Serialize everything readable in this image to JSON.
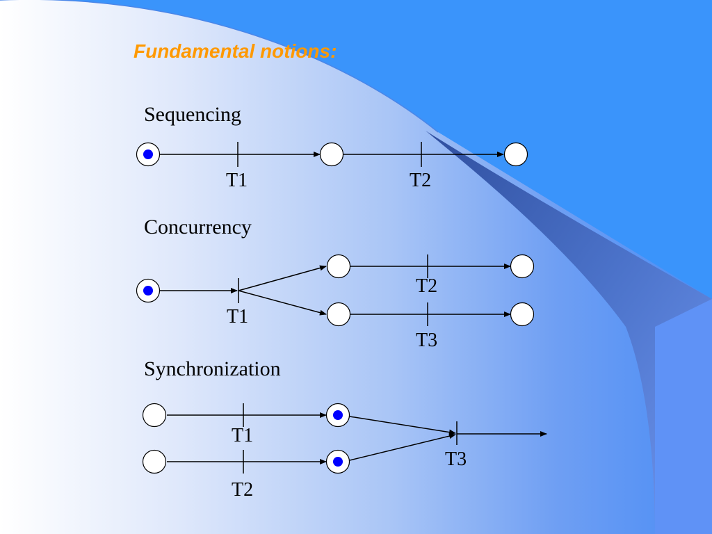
{
  "title": "Fundamental notions:",
  "colors": {
    "title": "#ff9900",
    "token": "#0000ff",
    "background_right": "#3a8ef8"
  },
  "sections": {
    "sequencing": {
      "heading": "Sequencing",
      "t1": "T1",
      "t2": "T2"
    },
    "concurrency": {
      "heading": "Concurrency",
      "t1": "T1",
      "t2": "T2",
      "t3": "T3"
    },
    "synchronization": {
      "heading": "Synchronization",
      "t1": "T1",
      "t2": "T2",
      "t3": "T3"
    }
  }
}
